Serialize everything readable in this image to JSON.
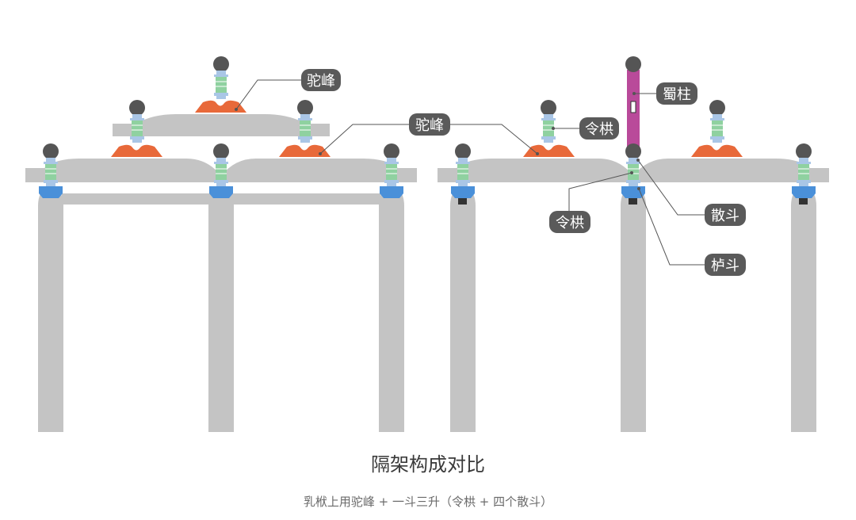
{
  "caption": {
    "title": "隔架构成对比",
    "subtitle": "乳栿上用驼峰 + 一斗三升（令栱 + 四个散斗）"
  },
  "labels": {
    "tuofeng_left": "驼峰",
    "tuofeng_center": "驼峰",
    "lingong_upper": "令栱",
    "lingong_lower": "令栱",
    "shuzhu": "蜀柱",
    "sandou": "散斗",
    "ludou": "栌斗"
  },
  "colors": {
    "beam": "#c4c4c4",
    "tuofeng": "#e8693a",
    "lingong": "#8fd1a0",
    "sandou": "#a9c6e6",
    "ludou": "#4a90d9",
    "shuzhu": "#b94a9a",
    "pin": "#555555",
    "label_bg": "#5a5a5a",
    "leader": "#555555"
  }
}
